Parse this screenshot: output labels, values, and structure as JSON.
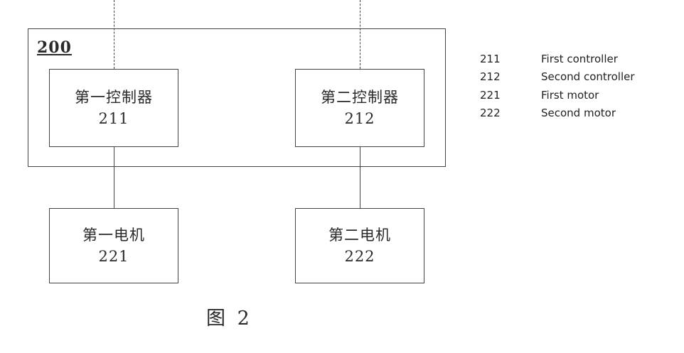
{
  "module": {
    "label": "200"
  },
  "boxes": {
    "controller_1": {
      "name": "第一控制器",
      "number": "211"
    },
    "controller_2": {
      "name": "第二控制器",
      "number": "212"
    },
    "motor_1": {
      "name": "第一电机",
      "number": "221"
    },
    "motor_2": {
      "name": "第二电机",
      "number": "222"
    }
  },
  "caption": "图 2",
  "legend": [
    {
      "number": "211",
      "text": "First controller"
    },
    {
      "number": "212",
      "text": "Second controller"
    },
    {
      "number": "221",
      "text": "First motor"
    },
    {
      "number": "222",
      "text": "Second motor"
    }
  ]
}
